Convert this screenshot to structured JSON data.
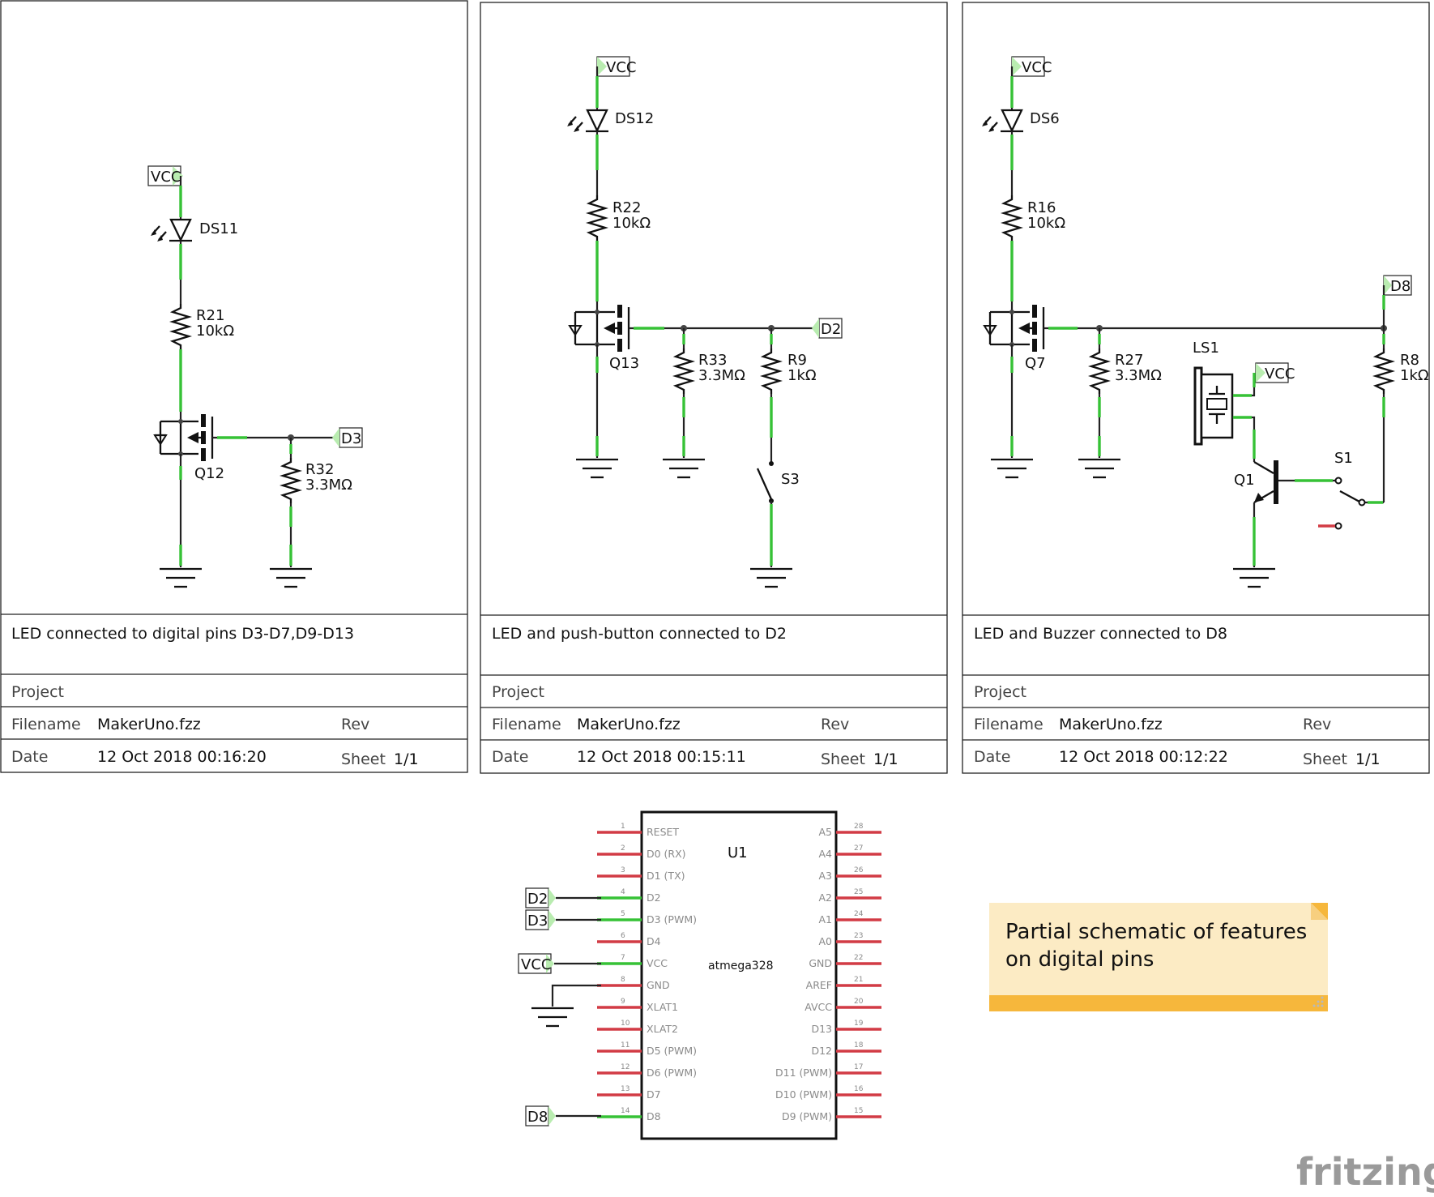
{
  "sheets": [
    {
      "description": "LED connected to digital pins D3-D7,D9-D13",
      "labels": {
        "project": "Project",
        "filename": "Filename",
        "rev": "Rev",
        "date": "Date",
        "sheet": "Sheet"
      },
      "filename": "MakerUno.fzz",
      "date": "12 Oct 2018 00:16:20",
      "sheet": "1/1",
      "parts": {
        "net_vcc": "VCC",
        "led": "DS11",
        "r_led": "R21",
        "r_led_val": "10kΩ",
        "mosfet": "Q12",
        "r_pull": "R32",
        "r_pull_val": "3.3MΩ",
        "net_out": "D3"
      }
    },
    {
      "description": "LED and push-button connected to D2",
      "labels": {
        "project": "Project",
        "filename": "Filename",
        "rev": "Rev",
        "date": "Date",
        "sheet": "Sheet"
      },
      "filename": "MakerUno.fzz",
      "date": "12 Oct 2018 00:15:11",
      "sheet": "1/1",
      "parts": {
        "net_vcc": "VCC",
        "led": "DS12",
        "r_led": "R22",
        "r_led_val": "10kΩ",
        "mosfet": "Q13",
        "r_pull": "R33",
        "r_pull_val": "3.3MΩ",
        "r_btn": "R9",
        "r_btn_val": "1kΩ",
        "switch": "S3",
        "net_out": "D2"
      }
    },
    {
      "description": "LED and Buzzer connected to D8",
      "labels": {
        "project": "Project",
        "filename": "Filename",
        "rev": "Rev",
        "date": "Date",
        "sheet": "Sheet"
      },
      "filename": "MakerUno.fzz",
      "date": "12 Oct 2018 00:12:22",
      "sheet": "1/1",
      "parts": {
        "net_vcc": "VCC",
        "led": "DS6",
        "r_led": "R16",
        "r_led_val": "10kΩ",
        "mosfet": "Q7",
        "r_pull": "R27",
        "r_pull_val": "3.3MΩ",
        "r_out": "R8",
        "r_out_val": "1kΩ",
        "buzzer": "LS1",
        "transistor": "Q1",
        "switch": "S1",
        "net_out": "D8",
        "net_vcc2": "VCC"
      }
    }
  ],
  "mcu": {
    "ref": "U1",
    "part": "atmega328",
    "left_pins": [
      {
        "num": "1",
        "name": "RESET"
      },
      {
        "num": "2",
        "name": "D0 (RX)"
      },
      {
        "num": "3",
        "name": "D1 (TX)"
      },
      {
        "num": "4",
        "name": "D2",
        "net": "D2"
      },
      {
        "num": "5",
        "name": "D3 (PWM)",
        "net": "D3"
      },
      {
        "num": "6",
        "name": "D4"
      },
      {
        "num": "7",
        "name": "VCC",
        "net": "VCC"
      },
      {
        "num": "8",
        "name": "GND"
      },
      {
        "num": "9",
        "name": "XLAT1"
      },
      {
        "num": "10",
        "name": "XLAT2"
      },
      {
        "num": "11",
        "name": "D5 (PWM)"
      },
      {
        "num": "12",
        "name": "D6 (PWM)"
      },
      {
        "num": "13",
        "name": "D7"
      },
      {
        "num": "14",
        "name": "D8",
        "net": "D8"
      }
    ],
    "right_pins": [
      {
        "num": "28",
        "name": "A5"
      },
      {
        "num": "27",
        "name": "A4"
      },
      {
        "num": "26",
        "name": "A3"
      },
      {
        "num": "25",
        "name": "A2"
      },
      {
        "num": "24",
        "name": "A1"
      },
      {
        "num": "23",
        "name": "A0"
      },
      {
        "num": "22",
        "name": "GND"
      },
      {
        "num": "21",
        "name": "AREF"
      },
      {
        "num": "20",
        "name": "AVCC"
      },
      {
        "num": "19",
        "name": "D13"
      },
      {
        "num": "18",
        "name": "D12"
      },
      {
        "num": "17",
        "name": "D11 (PWM)"
      },
      {
        "num": "16",
        "name": "D10 (PWM)"
      },
      {
        "num": "15",
        "name": "D9 (PWM)"
      }
    ]
  },
  "note": {
    "line1": "Partial schematic of features",
    "line2": "on digital pins"
  },
  "logo": "fritzing",
  "colors": {
    "wire_ok": "#36c236",
    "pin_unconnected": "#d23b45",
    "note_bg": "#fcebc4",
    "note_bar": "#f6b73c"
  }
}
